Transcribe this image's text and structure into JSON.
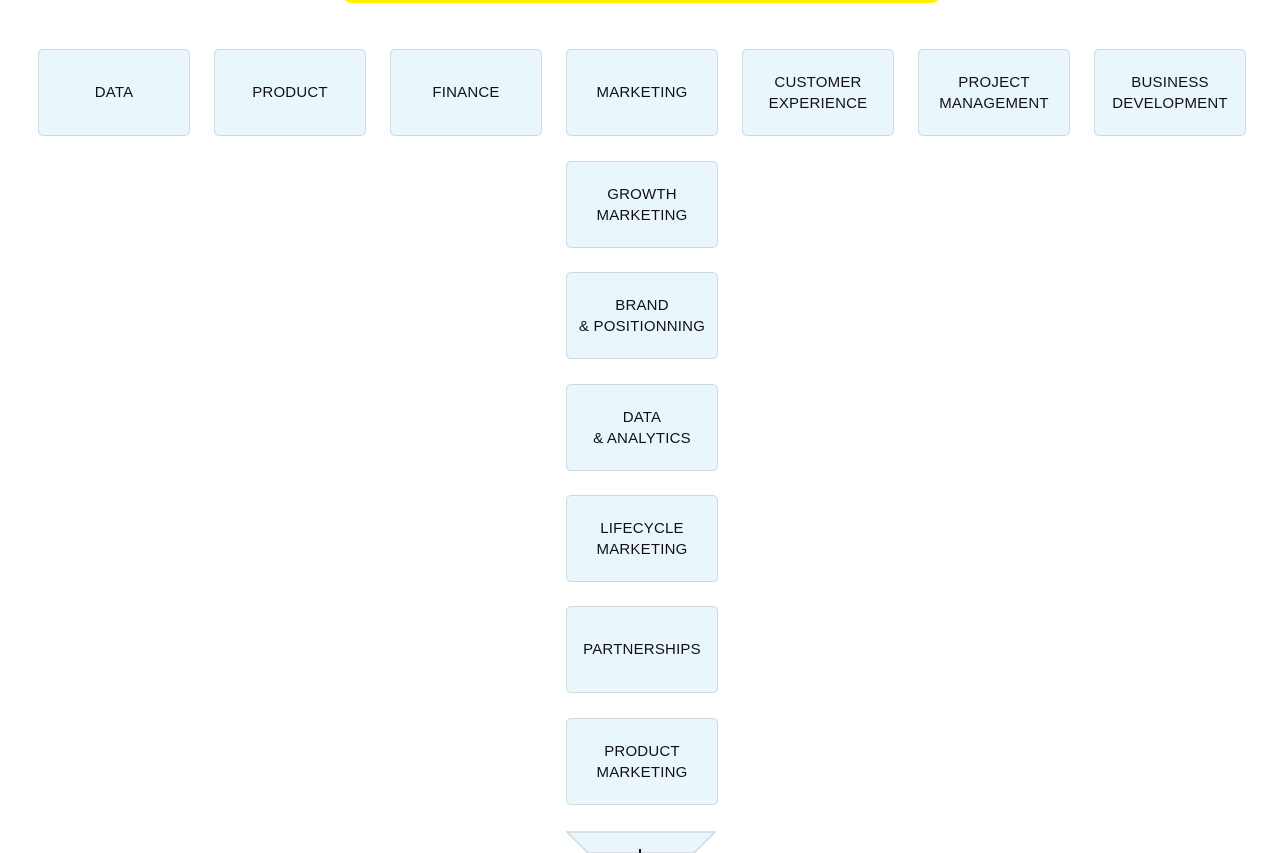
{
  "colors": {
    "node_fill": "#e9f7fd",
    "node_border": "#cfd8df",
    "root_bar": "#fff200",
    "text": "#111111"
  },
  "departments": [
    {
      "id": "data",
      "label": "DATA"
    },
    {
      "id": "product",
      "label": "PRODUCT"
    },
    {
      "id": "finance",
      "label": "FINANCE"
    },
    {
      "id": "marketing",
      "label": "MARKETING"
    },
    {
      "id": "customer-experience",
      "label": "CUSTOMER\nEXPERIENCE"
    },
    {
      "id": "project-management",
      "label": "PROJECT\nMANAGEMENT"
    },
    {
      "id": "business-development",
      "label": "BUSINESS\nDEVELOPMENT"
    }
  ],
  "marketing_children": [
    {
      "id": "growth-marketing",
      "label": "GROWTH\nMARKETING"
    },
    {
      "id": "brand-positionning",
      "label": "BRAND\n& POSITIONNING"
    },
    {
      "id": "data-analytics",
      "label": "DATA\n& ANALYTICS"
    },
    {
      "id": "lifecycle-marketing",
      "label": "LIFECYCLE\nMARKETING"
    },
    {
      "id": "partnerships",
      "label": "PARTNERSHIPS"
    },
    {
      "id": "product-marketing",
      "label": "PRODUCT\nMARKETING"
    }
  ]
}
